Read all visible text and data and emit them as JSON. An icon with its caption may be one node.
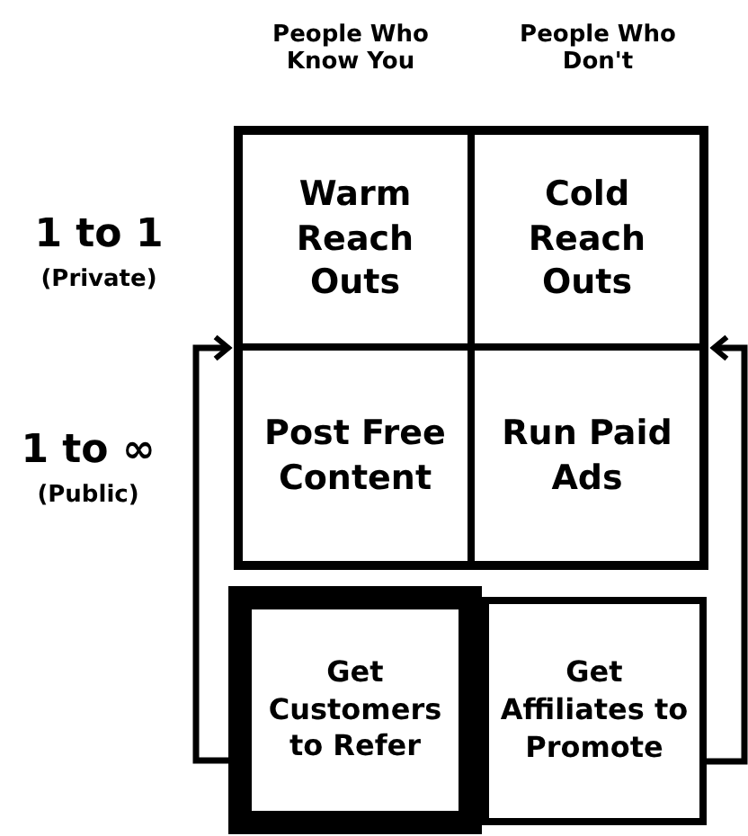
{
  "diagram": {
    "nodes": [
      {
        "text": [],
        "shape": "box"
      },
      {
        "text": [
          "Warm Reach Outs"
        ],
        "in": 0
      },
      {
        "text": [
          "Cold Reach Outs"
        ],
        "in": 0
      },
      {
        "text": [
          "Post Free Content"
        ],
        "in": 0
      },
      {
        "text": [
          "Run Paid Ads"
        ],
        "in": 0
      },
      {
        "text": [
          "Get Customers to Refer"
        ]
      },
      {
        "text": [
          "Get Affiliates to Promote"
        ]
      }
    ],
    "edges": [
      {
        "from": 5,
        "to": 0,
        "arrow": "to"
      },
      {
        "from": 6,
        "to": 0,
        "arrow": "to"
      }
    ],
    "labels": [
      "People Who Know You",
      "People Who Don't",
      "1 to 1",
      "(Private)",
      "1 to ∞",
      "(Public)"
    ]
  }
}
